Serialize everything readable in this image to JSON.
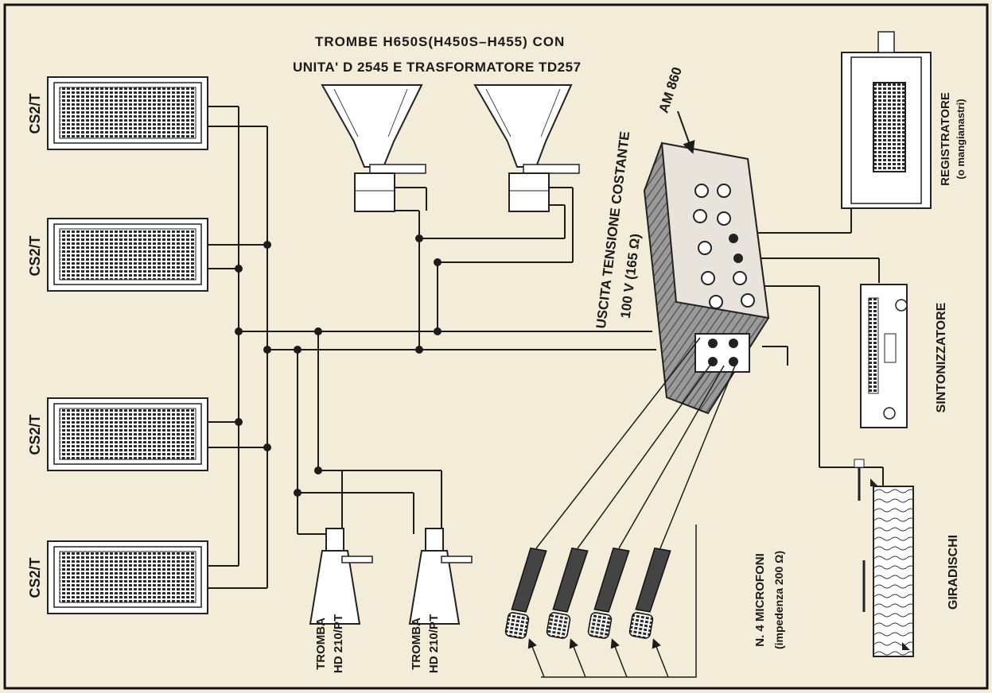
{
  "title": {
    "line1": "TROMBE H650S(H450S–H455) CON",
    "line2": "UNITA' D 2545 E TRASFORMATORE TD257"
  },
  "amplifier": {
    "model": "AM 860",
    "output_line1": "USCITA  TENSIONE  COSTANTE",
    "output_line2": "100 V  (165 Ω)"
  },
  "column_speakers": [
    {
      "label": "CS2/T"
    },
    {
      "label": "CS2/T"
    },
    {
      "label": "CS2/T"
    },
    {
      "label": "CS2/T"
    }
  ],
  "small_horns": [
    {
      "line1": "TROMBA",
      "line2": "HD 210/PT"
    },
    {
      "line1": "TROMBA",
      "line2": "HD 210/PT"
    }
  ],
  "microphones": {
    "line1": "N. 4 MICROFONI",
    "line2": "(impedenza 200 Ω)"
  },
  "sources": {
    "recorder_line1": "REGISTRATORE",
    "recorder_line2": "(o mangianastri)",
    "tuner": "SINTONIZZATORE",
    "turntable": "GIRADISCHI"
  }
}
